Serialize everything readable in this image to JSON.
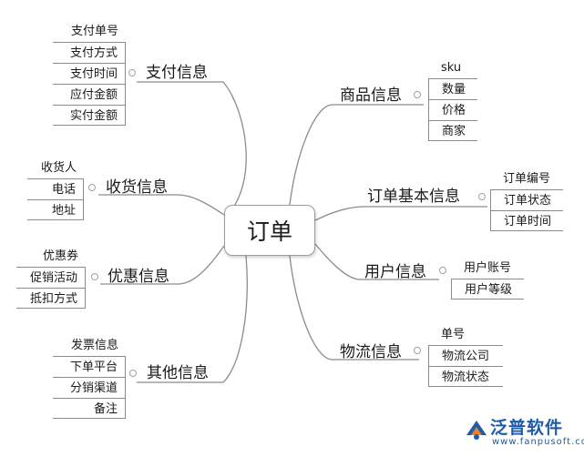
{
  "center": {
    "label": "订单"
  },
  "branches": {
    "payment": {
      "label": "支付信息",
      "items": [
        "支付单号",
        "支付方式",
        "支付时间",
        "应付金额",
        "实付金额"
      ]
    },
    "receiver": {
      "label": "收货信息",
      "items": [
        "收货人",
        "电话",
        "地址"
      ]
    },
    "discount": {
      "label": "优惠信息",
      "items": [
        "优惠券",
        "促销活动",
        "抵扣方式"
      ]
    },
    "other": {
      "label": "其他信息",
      "items": [
        "发票信息",
        "下单平台",
        "分销渠道",
        "备注"
      ]
    },
    "product": {
      "label": "商品信息",
      "items": [
        "sku",
        "数量",
        "价格",
        "商家"
      ]
    },
    "order_basic": {
      "label": "订单基本信息",
      "items": [
        "订单编号",
        "订单状态",
        "订单时间"
      ]
    },
    "user": {
      "label": "用户信息",
      "items": [
        "用户账号",
        "用户等级"
      ]
    },
    "logistics": {
      "label": "物流信息",
      "items": [
        "单号",
        "物流公司",
        "物流状态"
      ]
    }
  },
  "logo": {
    "main": "泛普软件",
    "sub": "www.fanpusoft.com"
  },
  "colors": {
    "line": "#8a8a8a",
    "logo": "#1e5ca8",
    "logo_accent": "#e8832a"
  }
}
